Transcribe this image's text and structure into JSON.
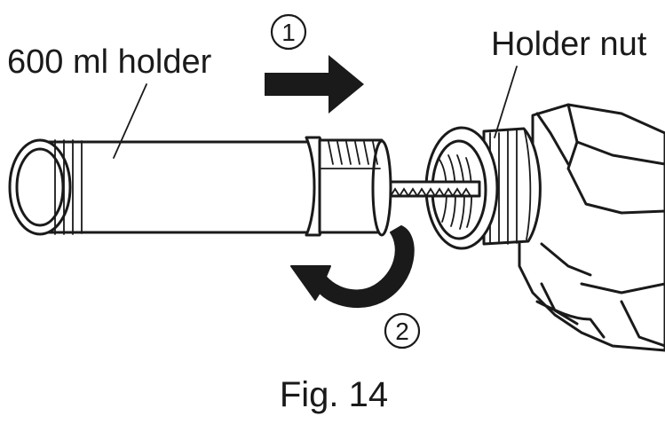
{
  "labels": {
    "holder": "600 ml holder",
    "nut": "Holder nut",
    "step1": "1",
    "step2": "2",
    "caption": "Fig. 14"
  },
  "icons": {
    "arrow_right": "arrow-right-icon",
    "rotate": "rotate-arrow-icon",
    "step_circle": "circled-number"
  },
  "colors": {
    "ink": "#1a1a1a",
    "paper": "#ffffff"
  }
}
